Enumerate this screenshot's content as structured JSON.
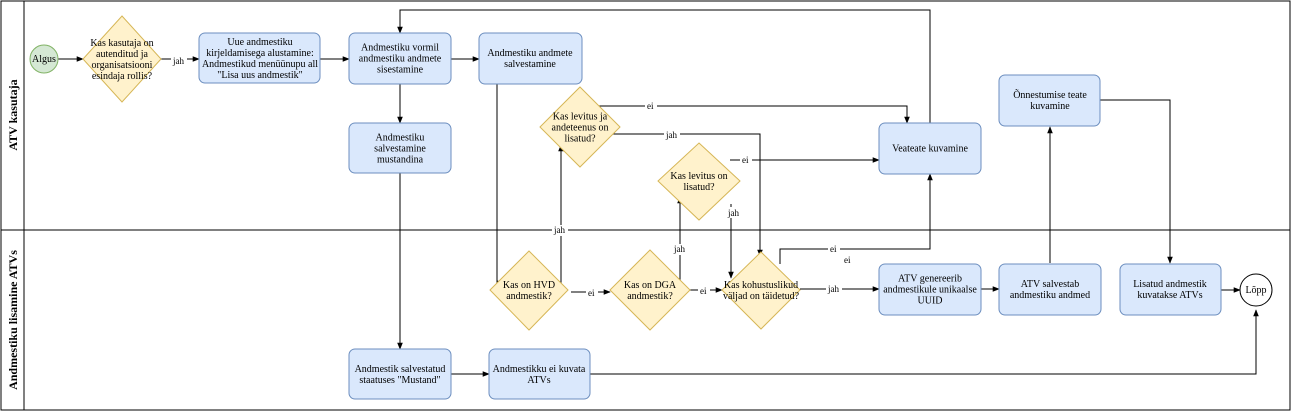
{
  "lanes": [
    {
      "id": "lane1",
      "label": "ATV kasutaja"
    },
    {
      "id": "lane2",
      "label": "Andmestiku lisamine ATVs"
    }
  ],
  "nodes": {
    "start": "Algus",
    "auth": "Kas kasutaja on autenditud ja organisatsiooni esindaja rollis?",
    "begin": "Uue andmestiku kirjeldamisega alustamine: Andmestikud menüünupu all \"Lisa uus andmestik\"",
    "enter": "Andmestiku vormil andmestiku andmete sisestamine",
    "save": "Andmestiku andmete salvestamine",
    "draft": "Andmestiku salvestamine mustandina",
    "distlic": "Kas levitus ja andeteenus on lisatud?",
    "dist": "Kas levitus on lisatud?",
    "error": "Veateate kuvamine",
    "success": "Õnnestumise teate kuvamine",
    "hvd": "Kas on HVD andmestik?",
    "dga": "Kas on DGA andmestik?",
    "required": "Kas kohustuslikud väljad on täidetud?",
    "uuid": "ATV genereerib andmestikule unikaalse UUID",
    "persist": "ATV salvestab andmestiku andmed",
    "shown": "Lisatud andmestik kuvatakse ATVs",
    "end": "Lõpp",
    "drafted": "Andmestik salvestatud staatuses \"Mustand\"",
    "hidden": "Andmestikku ei kuvata ATVs"
  },
  "edge_labels": {
    "auth_yes": "jah",
    "distlic_no": "ei",
    "distlic_yes": "jah",
    "dist_no": "ei",
    "dist_yes": "jah",
    "hvd_yes": "jah",
    "hvd_no": "ei",
    "dga_yes": "jah",
    "dga_no": "ei",
    "required_yes": "jah",
    "required_no_1": "ei",
    "required_no_2": "ei"
  }
}
